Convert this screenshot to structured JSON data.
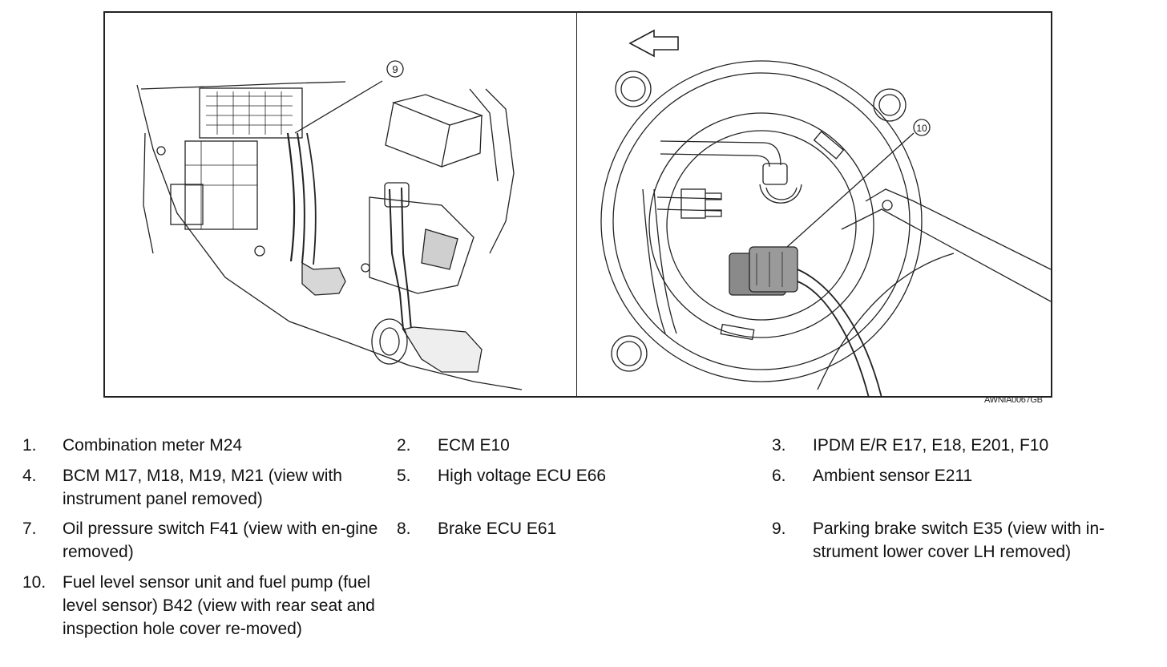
{
  "figure": {
    "code": "AWNIA0067GB",
    "callouts": {
      "left": "9",
      "right": "10"
    }
  },
  "legend": [
    {
      "num": "1.",
      "text": "Combination meter M24"
    },
    {
      "num": "2.",
      "text": "ECM E10"
    },
    {
      "num": "3.",
      "text": "IPDM E/R E17, E18, E201, F10"
    },
    {
      "num": "4.",
      "text": "BCM M17, M18, M19, M21 (view with instrument panel removed)"
    },
    {
      "num": "5.",
      "text": "High voltage ECU E66"
    },
    {
      "num": "6.",
      "text": "Ambient sensor E211"
    },
    {
      "num": "7.",
      "text": "Oil pressure switch F41 (view with en-gine removed)"
    },
    {
      "num": "8.",
      "text": "Brake ECU E61"
    },
    {
      "num": "9.",
      "text": "Parking brake switch E35 (view with in-strument lower cover LH removed)"
    },
    {
      "num": "10.",
      "text": "Fuel level sensor unit and fuel pump (fuel level sensor) B42 (view with rear seat and inspection hole cover re-moved)"
    }
  ]
}
